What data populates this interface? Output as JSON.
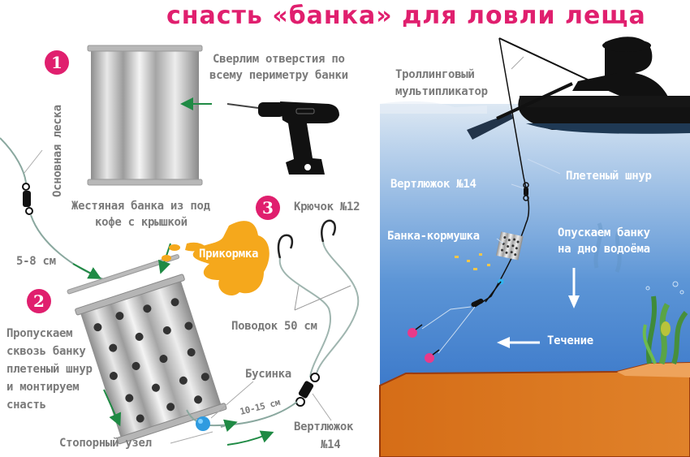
{
  "title": "снасть «банка» для ловли леща",
  "colors": {
    "title": "#e01f6e",
    "step_badge": "#e01f6e",
    "label_gray": "#7a7a7a",
    "arrow_green": "#1f8a44",
    "line_teal": "#8aa89f",
    "groundbait": "#f5a81c",
    "water_top": "#cfe0f1",
    "water_bottom": "#2a6fc6",
    "seabed": "#d9731a",
    "bead_blue": "#2f9be0",
    "bead_pink": "#e83a8a"
  },
  "steps": [
    {
      "number": "1"
    },
    {
      "number": "2"
    },
    {
      "number": "3"
    }
  ],
  "left": {
    "drill_caption": [
      "Сверлим отверстия по",
      "всему периметру банки"
    ],
    "can_caption": [
      "Жестяная банка из под",
      "кофе с крышкой"
    ],
    "main_line": "Основная леска",
    "length_5_8": "5-8 см",
    "step2_text": [
      "Пропускаем",
      "сквозь банку",
      "плетеный шнур",
      "и монтируем",
      "снасть"
    ],
    "hook": "Крючок №12",
    "groundbait": "Прикормка",
    "leader": "Поводок 50 см",
    "bead": "Бусинка",
    "length_10_15": "10-15 см",
    "stopper_knot": "Стопорный узел",
    "swivel": [
      "Вертлюжок",
      "№14"
    ]
  },
  "right": {
    "reel": [
      "Троллинговый",
      "мультипликатор"
    ],
    "braided_line": "Плетеный шнур",
    "swivel": "Вертлюжок №14",
    "feeder_can": "Банка-кормушка",
    "lower_can": [
      "Опускаем банку",
      "на дно водоёма"
    ],
    "current": "Течение"
  }
}
